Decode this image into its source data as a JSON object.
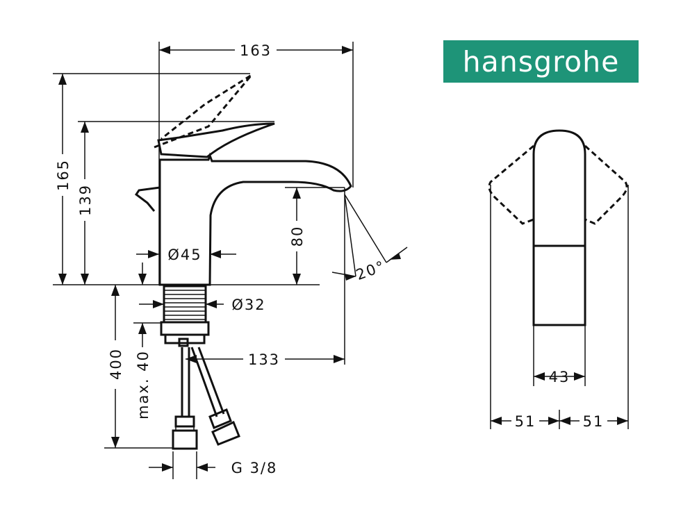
{
  "brand": {
    "logo_text": "hansgrohe",
    "color": "#1e9478"
  },
  "dimensions": {
    "overall_reach": "163",
    "overall_height": "165",
    "spout_height": "139",
    "outlet_height": "80",
    "body_diameter": "Ø45",
    "thread_diameter": "Ø32",
    "spout_projection": "133",
    "hose_length": "400",
    "max_mount": "max. 40",
    "connection_thread": "G 3/8",
    "spray_angle": "20°",
    "handle_width": "43",
    "lever_swing_left": "51",
    "lever_swing_right": "51"
  }
}
